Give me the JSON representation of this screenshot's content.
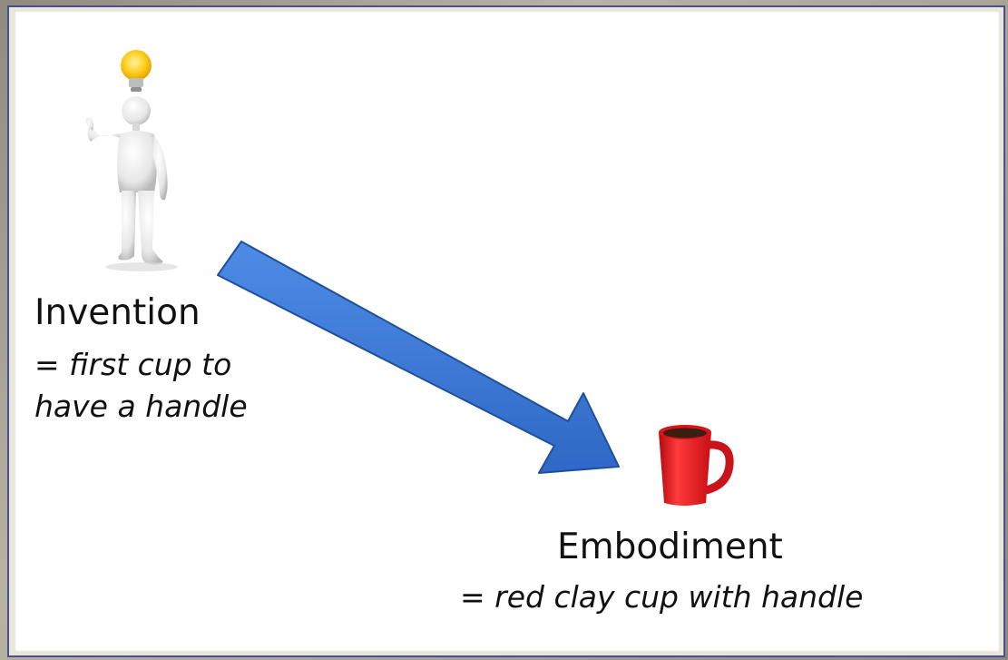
{
  "invention": {
    "title": "Invention",
    "description_line1": "= first cup to",
    "description_line2": "have a handle"
  },
  "embodiment": {
    "title": "Embodiment",
    "description": "= red clay cup with handle"
  },
  "colors": {
    "arrow_fill": "#3c7ad8",
    "arrow_stroke": "#1f4f9a",
    "cup": "#e0161b",
    "bulb": "#ffcc1a",
    "frame_border": "#4b4f8c"
  },
  "icons": {
    "figure": "person-with-lightbulb-icon",
    "cup": "red-cup-icon",
    "arrow": "arrow-icon"
  }
}
